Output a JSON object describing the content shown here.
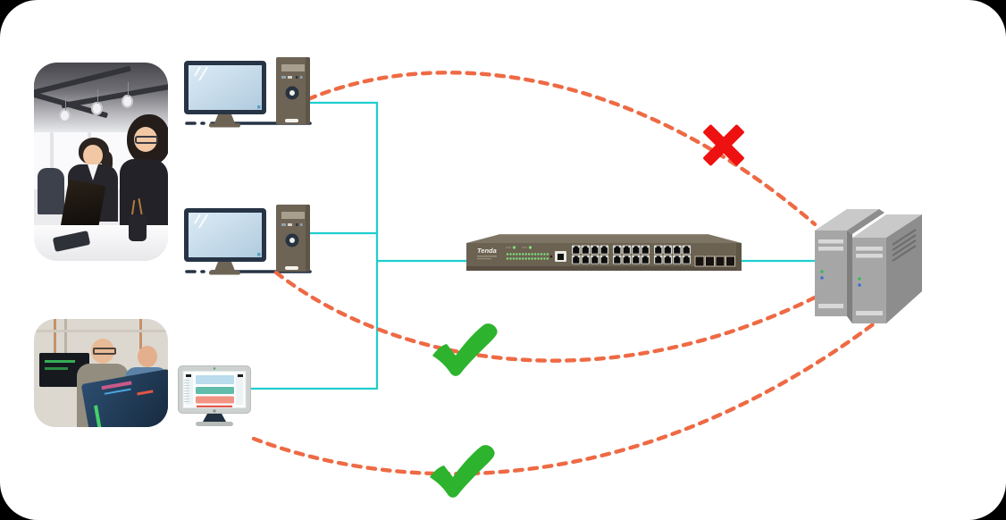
{
  "switch": {
    "brand": "Tenda"
  },
  "palette": {
    "canvas_bg": "#ffffff",
    "lan_line_teal": "#1fcece",
    "route_dash_orange": "#ee6a44",
    "cross_red": "#ee1111",
    "check_green": "#2db32d",
    "device_body_brown": "#6e6455",
    "monitor_screen_blue": "#c7dcec",
    "switch_body_brown": "#6b6252",
    "server_gray": "#a6a6a6",
    "ground_line_navy": "#273445"
  },
  "photos": [
    {
      "id": "office-team-photo",
      "description": "two businesswomen working at an office desk"
    },
    {
      "id": "plant-operators-photo",
      "description": "two engineers talking in a control room"
    }
  ],
  "devices": [
    {
      "id": "desktop-pc-1",
      "icon": "desktop-computer-icon"
    },
    {
      "id": "desktop-pc-2",
      "icon": "desktop-computer-icon"
    },
    {
      "id": "dashboard-monitor",
      "icon": "monitor-checklist-icon"
    },
    {
      "id": "ethernet-switch",
      "icon": "switch-24port-icon",
      "brand": "Tenda"
    },
    {
      "id": "server",
      "icon": "server-towers-icon"
    }
  ],
  "connections": [
    {
      "from": "desktop-pc-1",
      "to": "server",
      "line": "dashed-arc",
      "marker": "cross-icon",
      "status": "blocked"
    },
    {
      "from": "desktop-pc-2",
      "to": "server",
      "line": "dashed-arc",
      "marker": "check-icon",
      "status": "allowed"
    },
    {
      "from": "dashboard-monitor",
      "to": "server",
      "line": "dashed-arc",
      "marker": "check-icon",
      "status": "allowed"
    },
    {
      "from": "desktop-pc-1",
      "to": "ethernet-switch",
      "line": "solid",
      "status": "wired"
    },
    {
      "from": "desktop-pc-2",
      "to": "ethernet-switch",
      "line": "solid",
      "status": "wired"
    },
    {
      "from": "dashboard-monitor",
      "to": "ethernet-switch",
      "line": "solid",
      "status": "wired"
    },
    {
      "from": "ethernet-switch",
      "to": "server",
      "line": "solid",
      "status": "wired"
    }
  ]
}
